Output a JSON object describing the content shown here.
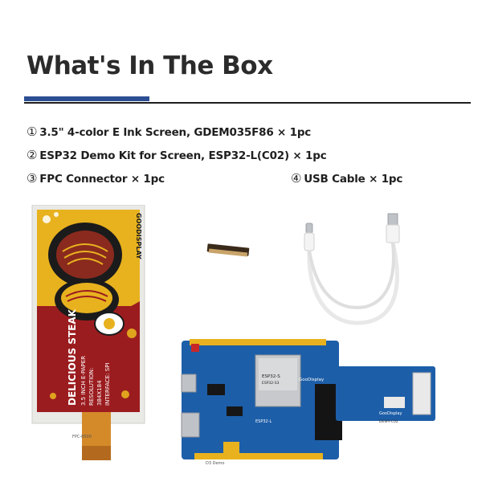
{
  "header": {
    "title": "What's In The Box"
  },
  "items": [
    {
      "num": "①",
      "text": "3.5\" 4-color E Ink Screen, GDEM035F86 × 1pc"
    },
    {
      "num": "②",
      "text": "ESP32 Demo Kit for Screen, ESP32-L(C02) × 1pc"
    },
    {
      "num": "③",
      "text": "FPC Connector × 1pc"
    },
    {
      "num": "④",
      "text": "USB Cable × 1pc"
    }
  ],
  "screen": {
    "brand": "GOODISPLAY",
    "headline": "DELICIOUS STEAK",
    "sub1": "3.5 INCH E-PAPER",
    "sub2": "RESOLUTION:",
    "sub3": "384X184",
    "sub4": "INTERFACE: SPI",
    "fpc_label": "FPC-8500"
  },
  "board": {
    "module_brand": "ESP32-S",
    "module_line2": "ESP32-S3",
    "logo": "GooDisplay",
    "board_label": "ESP32-L",
    "demo_label": "D3 Demo",
    "adapter_label": "DESPI-C02",
    "adapter_logo": "GooDisplay"
  },
  "colors": {
    "accent_blue": "#2c4f93",
    "screen_red": "#9b1c1f",
    "screen_yellow": "#e8b21e",
    "board_blue": "#1d5ea8"
  }
}
